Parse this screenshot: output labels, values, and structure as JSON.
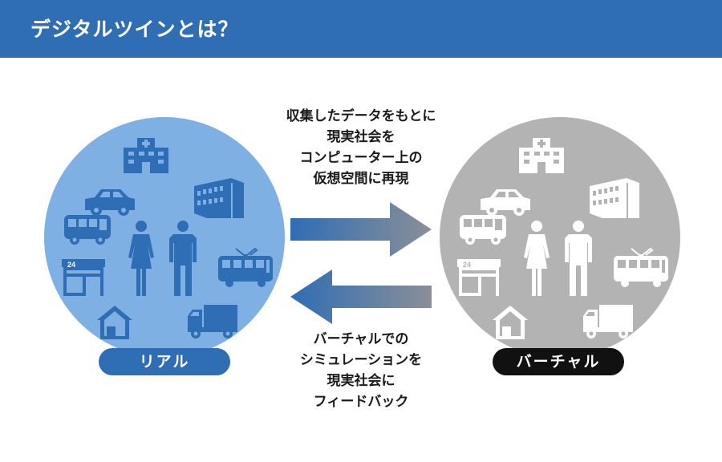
{
  "header": {
    "title": "デジタルツインとは？"
  },
  "colors": {
    "header_bg": "#2f6db5",
    "real_circle": "#7fb0e3",
    "real_icon": "#2f6db5",
    "virtual_circle": "#b3b3b3",
    "virtual_icon": "#ffffff",
    "real_pill": "#2f6db5",
    "virtual_pill": "#111111",
    "arrow_blue": "#2f6db5",
    "arrow_gray": "#8a8f97"
  },
  "real": {
    "label": "リアル"
  },
  "virtual": {
    "label": "バーチャル"
  },
  "caption_top": {
    "lines": [
      "収集したデータをもとに",
      "現実社会を",
      "コンピューター上の",
      "仮想空間に再現"
    ]
  },
  "caption_bottom": {
    "lines": [
      "バーチャルでの",
      "シミュレーションを",
      "現実社会に",
      "フィードバック"
    ]
  },
  "icons": [
    "hospital-icon",
    "office-building-icon",
    "car-icon",
    "bus-icon",
    "woman-icon",
    "man-icon",
    "tram-icon",
    "convenience-store-icon",
    "house-icon",
    "truck-icon"
  ],
  "store_sign": "24"
}
